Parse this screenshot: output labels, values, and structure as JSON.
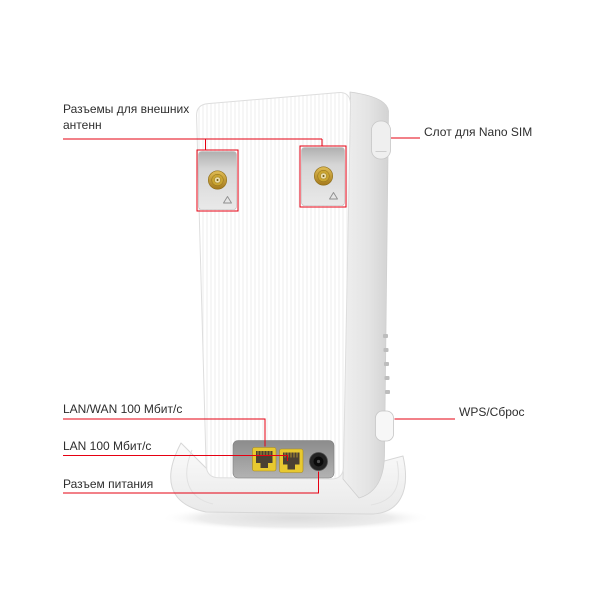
{
  "diagram": {
    "labels": {
      "antenna_connectors": "Разъемы для внешних антенн",
      "nano_sim": "Слот для Nano SIM",
      "lan_wan": "LAN/WAN 100 Мбит/с",
      "lan": "LAN 100 Мбит/с",
      "power": "Разъем питания",
      "wps_reset": "WPS/Сброс"
    },
    "colors": {
      "callout": "#e60012",
      "text": "#2e2e2e",
      "ethernet_port": "#e8c930",
      "antenna_connector_gold": "#c9a431",
      "body": "#ffffff"
    },
    "parts": [
      "antenna-connector-left",
      "antenna-connector-right",
      "nano-sim-slot",
      "led-indicators",
      "wps-reset-button",
      "lan-wan-port",
      "lan-port",
      "power-jack",
      "stand-base"
    ]
  }
}
